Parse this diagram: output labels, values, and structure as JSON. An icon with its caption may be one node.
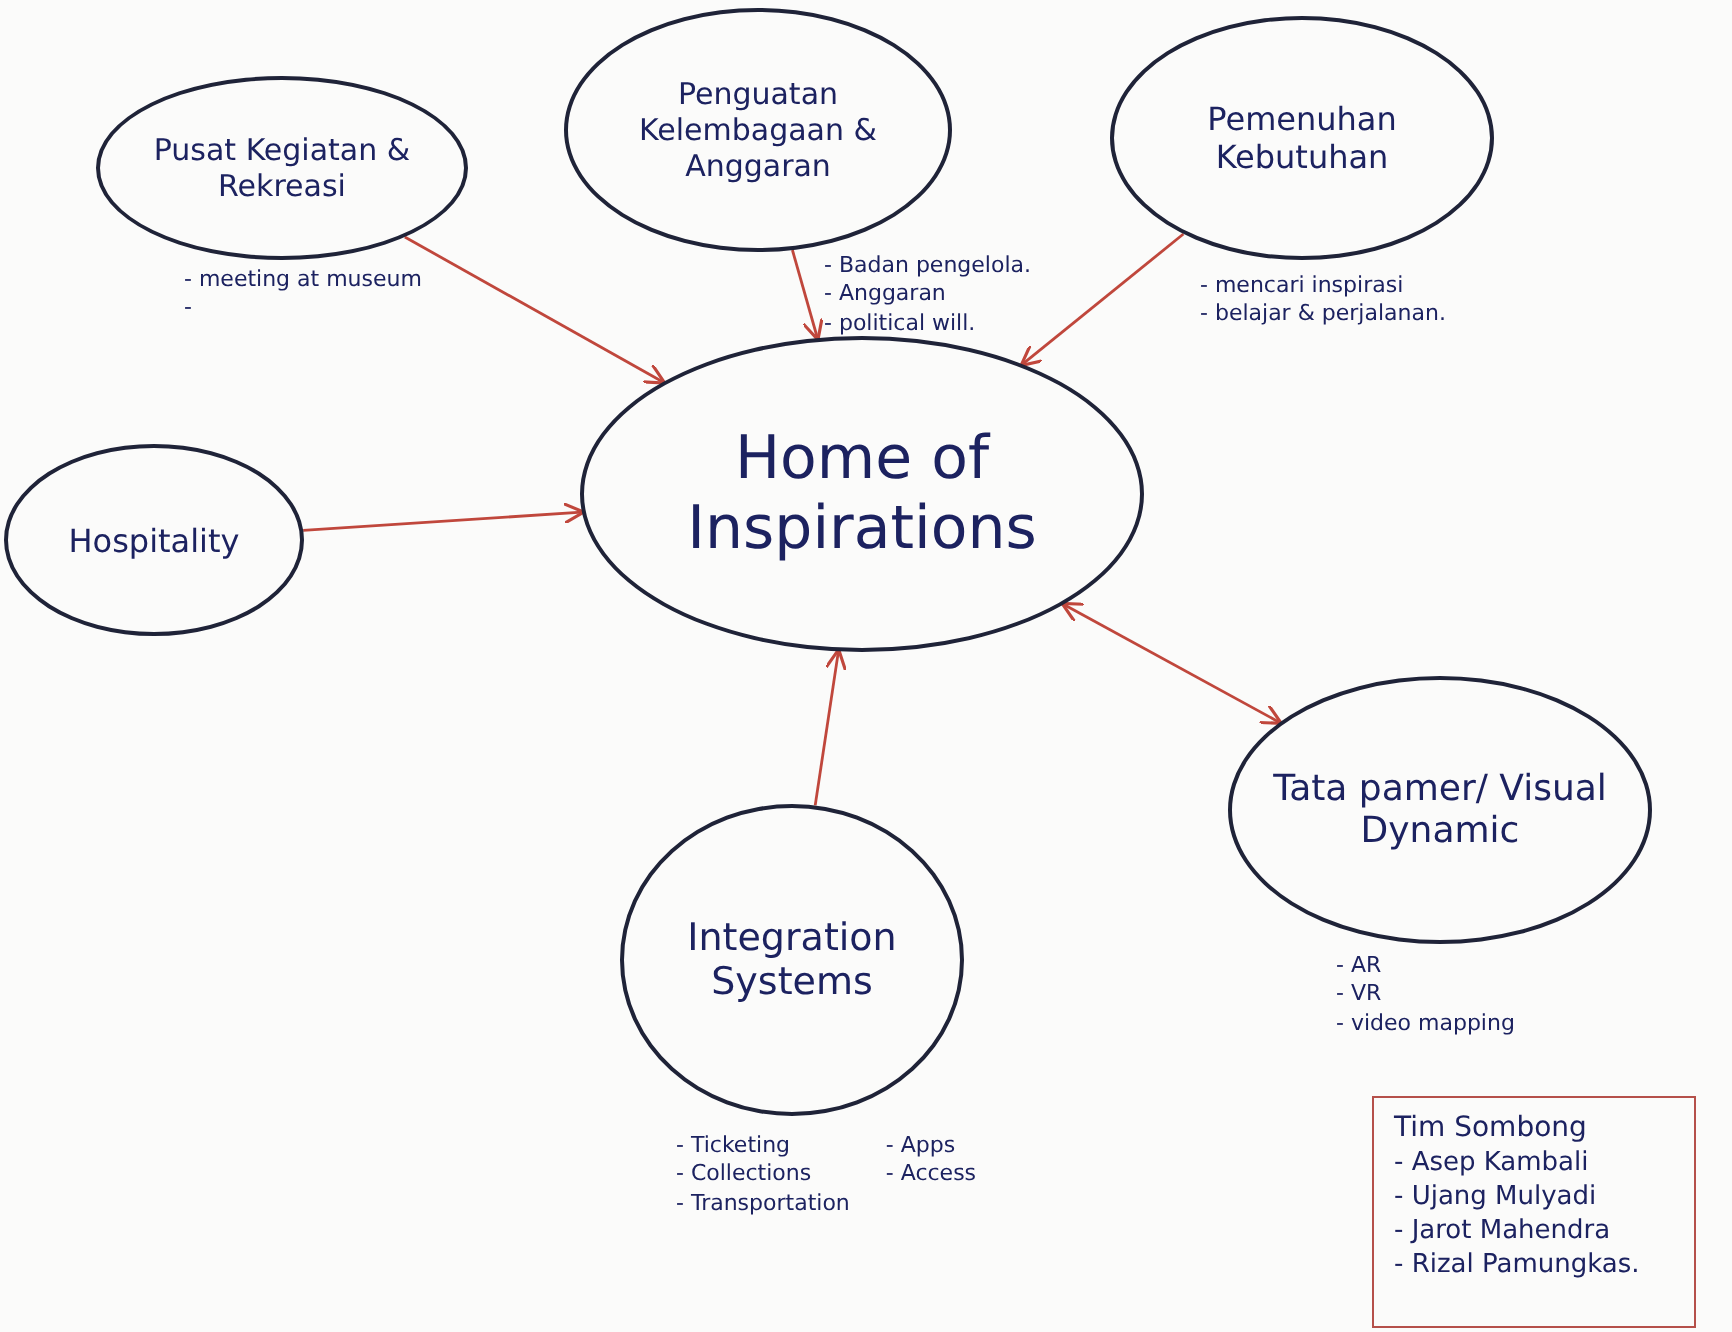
{
  "diagram": {
    "nodes": [
      {
        "text": [
          "Pusat Kegiatan & Rekreasi"
        ],
        "beside": [
          "- meeting at museum",
          "-"
        ]
      },
      {
        "text": [
          "Penguatan Kelembagaan & Anggaran"
        ],
        "beside": [
          "- Badan pengelola.",
          "- Anggaran",
          "- political will."
        ]
      },
      {
        "text": [
          "Pemenuhan Kebutuhan"
        ],
        "beside": [
          "- mencari inspirasi",
          "- belajar & perjalanan."
        ]
      },
      {
        "text": [
          "Hospitality"
        ]
      },
      {
        "text": [
          "Home of Inspirations"
        ]
      },
      {
        "text": [
          "Tata pamer/ Visual Dynamic"
        ],
        "beside": [
          "- AR",
          "- VR",
          "- video mapping"
        ]
      },
      {
        "text": [
          "Integration Systems"
        ],
        "beside": [
          "- Ticketing",
          "- Collections",
          "- Transportation",
          "- Apps",
          "- Access"
        ]
      },
      {
        "text": [
          "Tim Sombong",
          "- Asep Kambali",
          "- Ujang Mulyadi",
          "- Jarot Mahendra",
          "- Rizal Pamungkas."
        ]
      }
    ],
    "edges": [
      {
        "from": 0,
        "to": 4,
        "arrow": "to"
      },
      {
        "from": 1,
        "to": 4,
        "arrow": "to"
      },
      {
        "from": 2,
        "to": 4,
        "arrow": "to"
      },
      {
        "from": 3,
        "to": 4,
        "arrow": "to"
      },
      {
        "from": 5,
        "to": 4,
        "arrow": "both"
      },
      {
        "from": 6,
        "to": 4,
        "arrow": "to"
      }
    ]
  }
}
